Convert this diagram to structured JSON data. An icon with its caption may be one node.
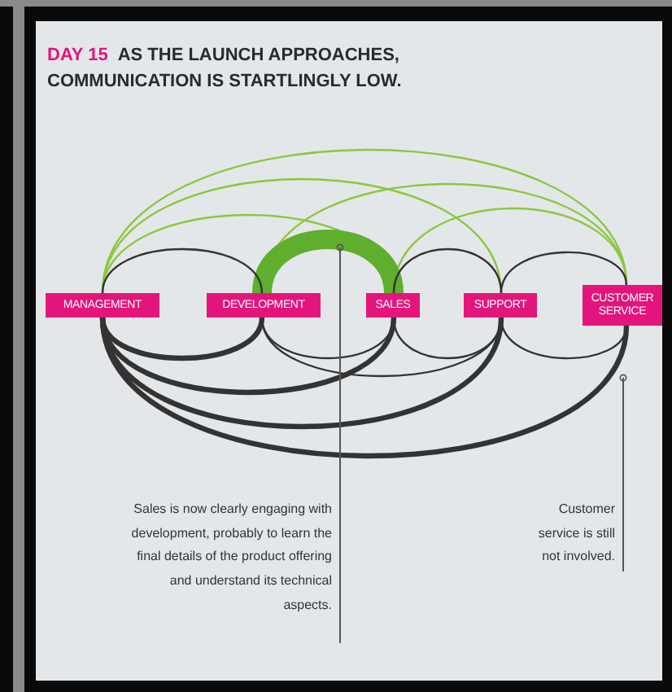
{
  "diagram": {
    "title": "AS THE LAUNCH APPROACHES, COMMUNICATION IS STARTLINGLY LOW.",
    "nodes": [
      {
        "text": [
          "MANAGEMENT"
        ]
      },
      {
        "text": [
          "DEVELOPMENT"
        ]
      },
      {
        "text": [
          "SALES"
        ]
      },
      {
        "text": [
          "SUPPORT"
        ]
      },
      {
        "text": [
          "CUSTOMER SERVICE"
        ]
      },
      {
        "text": [
          "Sales is now clearly engaging with development, probably to learn the final details of the product offering and understand its technical aspects."
        ]
      },
      {
        "text": [
          "Customer service is still not involved."
        ]
      }
    ],
    "edges": [
      {
        "from": 0,
        "to": 4,
        "arrow": "none",
        "color": "#8dc63f"
      },
      {
        "from": 0,
        "to": 3,
        "arrow": "none",
        "color": "#8dc63f"
      },
      {
        "from": 1,
        "to": 4,
        "arrow": "none",
        "color": "#8dc63f"
      },
      {
        "from": 0,
        "to": 2,
        "arrow": "none",
        "color": "#8dc63f"
      },
      {
        "from": 2,
        "to": 4,
        "arrow": "none",
        "color": "#8dc63f"
      },
      {
        "from": 1,
        "to": 2,
        "arrow": "none",
        "color": "#5fae2e",
        "style": "thick"
      },
      {
        "from": 0,
        "to": 1,
        "arrow": "none"
      },
      {
        "from": 2,
        "to": 3,
        "arrow": "none"
      },
      {
        "from": 3,
        "to": 4,
        "arrow": "none"
      },
      {
        "from": 0,
        "to": 1,
        "arrow": "none",
        "style": "thick"
      },
      {
        "from": 1,
        "to": 2,
        "arrow": "none"
      },
      {
        "from": 2,
        "to": 3,
        "arrow": "none"
      },
      {
        "from": 3,
        "to": 4,
        "arrow": "none"
      },
      {
        "from": 1,
        "to": 3,
        "arrow": "none"
      },
      {
        "from": 0,
        "to": 2,
        "arrow": "none",
        "style": "thick"
      },
      {
        "from": 0,
        "to": 3,
        "arrow": "none",
        "style": "thick"
      },
      {
        "from": 0,
        "to": 4,
        "arrow": "none",
        "style": "thick"
      },
      {
        "from": 5,
        "to": null,
        "arrow": "other"
      },
      {
        "from": 6,
        "to": null,
        "arrow": "other"
      }
    ],
    "labels": [
      "DAY 15"
    ]
  }
}
